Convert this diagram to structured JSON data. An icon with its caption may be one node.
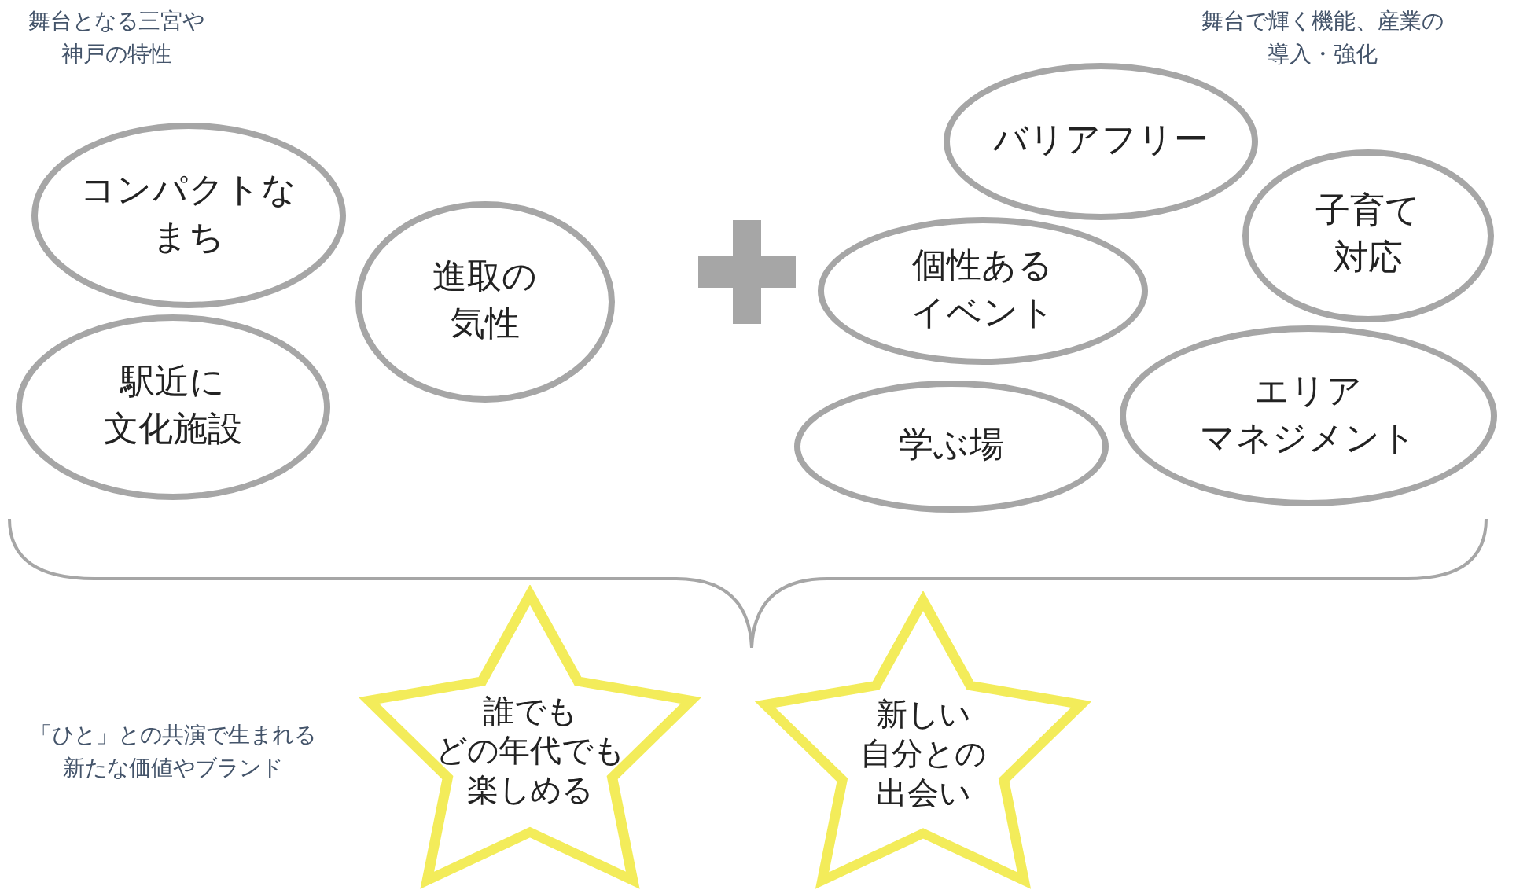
{
  "diagram": {
    "nodes": [
      {
        "text": [
          "コンパクトなまち"
        ]
      },
      {
        "text": [
          "進取の気性"
        ]
      },
      {
        "text": [
          "駅近に文化施設"
        ]
      },
      {
        "text": [
          "バリアフリー"
        ]
      },
      {
        "text": [
          "子育て対応"
        ]
      },
      {
        "text": [
          "個性あるイベント"
        ]
      },
      {
        "text": [
          "エリアマネジメント"
        ]
      },
      {
        "text": [
          "学ぶ場"
        ]
      },
      {
        "text": [
          "誰でもどの年代でも楽しめる"
        ]
      },
      {
        "text": [
          "新しい自分との出会い"
        ]
      }
    ],
    "labels": [
      "舞台となる三宮や神戸の特性",
      "舞台で輝く機能、産業の導入・強化",
      "「ひと」との共演で生まれる新たな価値やブランド"
    ]
  }
}
